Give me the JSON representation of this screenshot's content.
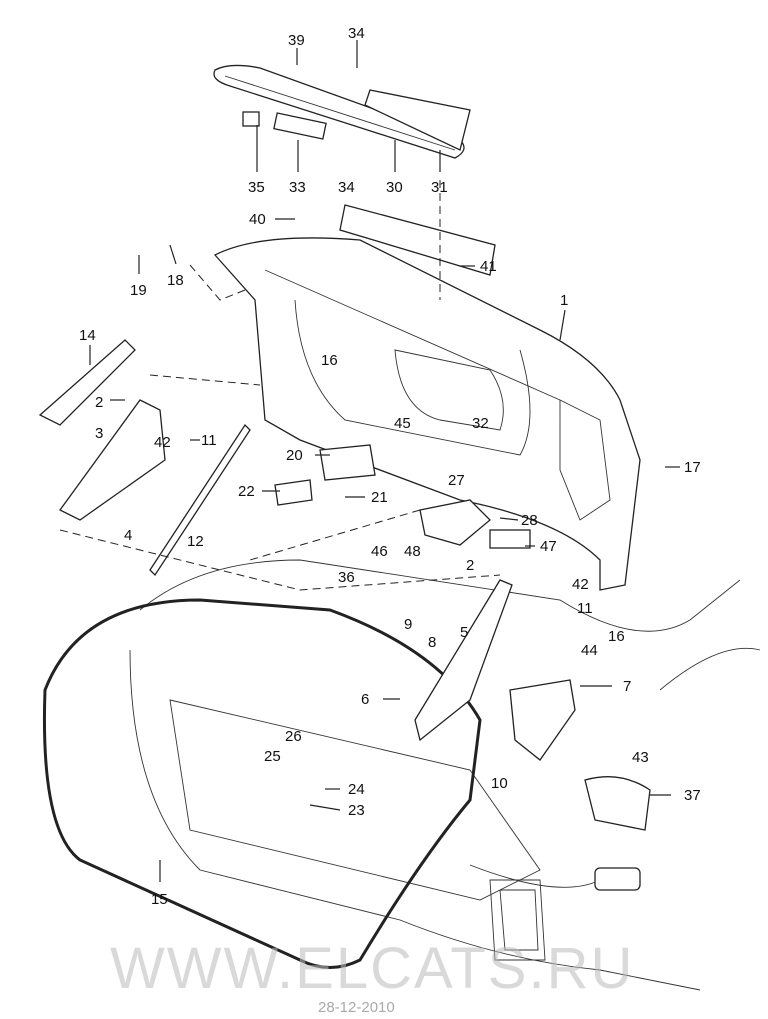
{
  "diagram": {
    "watermark": "WWW.ELCATS.RU",
    "date_stamp": "28-12-2010",
    "callouts": [
      "39",
      "34",
      "35",
      "33",
      "34",
      "30",
      "31",
      "40",
      "41",
      "18",
      "19",
      "1",
      "14",
      "16",
      "32",
      "2",
      "42",
      "11",
      "3",
      "45",
      "20",
      "17",
      "27",
      "22",
      "21",
      "28",
      "4",
      "12",
      "47",
      "46",
      "48",
      "2",
      "42",
      "36",
      "11",
      "9",
      "8",
      "5",
      "16",
      "44",
      "7",
      "6",
      "10",
      "26",
      "25",
      "24",
      "23",
      "43",
      "37",
      "15"
    ]
  }
}
